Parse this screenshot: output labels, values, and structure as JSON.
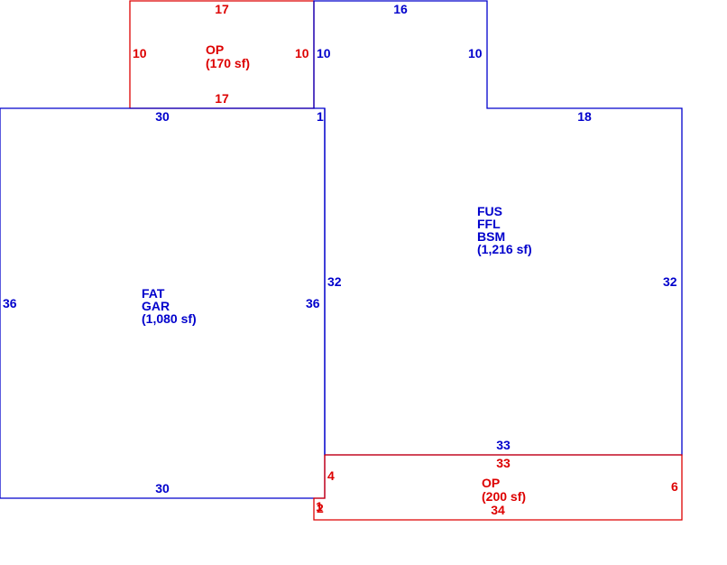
{
  "colors": {
    "main_areas": "#0000cc",
    "porches": "#dd0000",
    "background": "#ffffff"
  },
  "areas": [
    {
      "id": "op_top",
      "labels": [
        "OP"
      ],
      "area_text": "(170 sf)",
      "dimensions": {
        "top": "17",
        "left": "10",
        "right": "10",
        "bottom": "17"
      }
    },
    {
      "id": "fat_gar",
      "labels": [
        "FAT",
        "GAR"
      ],
      "area_text": "(1,080 sf)",
      "dimensions": {
        "top": "30",
        "left": "36",
        "right": "36",
        "bottom": "30"
      }
    },
    {
      "id": "fus_ffl_bsm",
      "labels": [
        "FUS",
        "FFL",
        "BSM"
      ],
      "area_text": "(1,216 sf)",
      "dimensions": {
        "top_left_segment": "16",
        "notch_left": "10",
        "notch_right": "10",
        "top_right_segment": "18",
        "short_segment": "1",
        "left": "32",
        "right": "32",
        "bottom": "33"
      }
    },
    {
      "id": "op_bottom",
      "labels": [
        "OP"
      ],
      "area_text": "(200 sf)",
      "dimensions": {
        "top": "33",
        "left": "4",
        "right": "6",
        "bottom": "34",
        "step_a": "1",
        "step_b": "2"
      }
    }
  ]
}
